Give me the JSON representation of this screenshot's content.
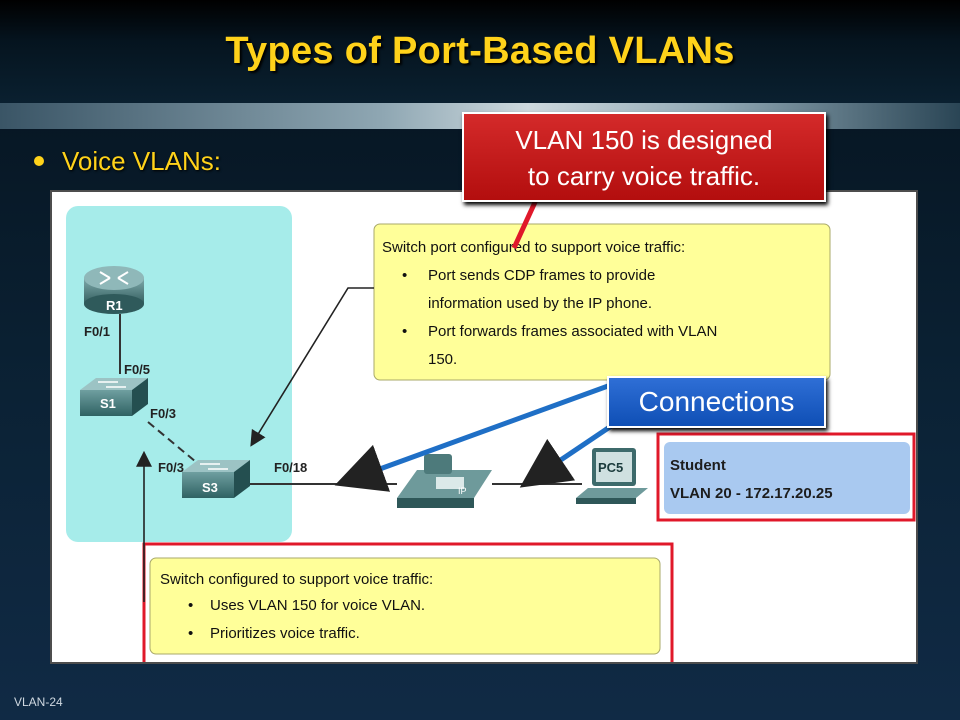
{
  "slide": {
    "title": "Types of Port-Based VLANs",
    "bullet": "Voice VLANs:",
    "footer": "VLAN-24"
  },
  "callouts": {
    "vlan_design": [
      "VLAN 150 is designed",
      "to carry voice traffic."
    ],
    "connections": "Connections"
  },
  "diagram": {
    "router_label": "R1",
    "switch1_label": "S1",
    "switch3_label": "S3",
    "pc_label": "PC5",
    "phone_label": "IP",
    "ports": {
      "r1_f0_1": "F0/1",
      "s1_f0_5": "F0/5",
      "s1_f0_3": "F0/3",
      "s3_f0_3": "F0/3",
      "s3_f0_18": "F0/18"
    },
    "port_note": {
      "heading": "Switch port configured to support voice traffic:",
      "lines": [
        "Port sends CDP frames to provide",
        "information used by the IP phone.",
        "Port forwards frames associated with VLAN",
        "150."
      ]
    },
    "switch_note": {
      "heading": "Switch configured to support voice traffic:",
      "lines": [
        "Uses VLAN 150 for voice VLAN.",
        "Prioritizes voice traffic."
      ]
    },
    "student": {
      "line1": "Student",
      "line2": "VLAN 20 - 172.17.20.25"
    }
  },
  "colors": {
    "title": "#ffd21a",
    "note_fill": "#ffff99",
    "domain_fill": "#a6ecea",
    "student_fill": "#a9c9f0",
    "highlight_red": "#e0182a",
    "arrow_blue": "#1f6fc6"
  }
}
